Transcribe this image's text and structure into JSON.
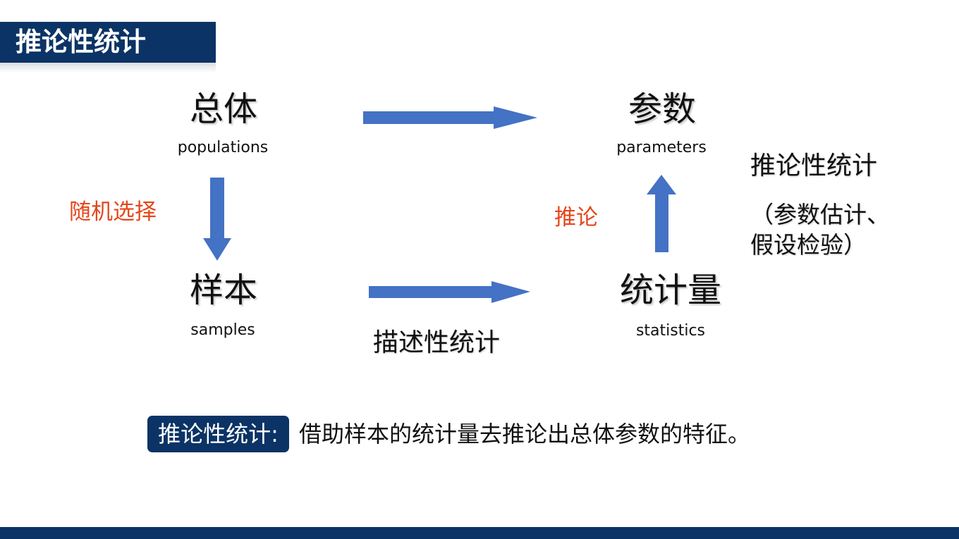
{
  "title": "推论性统计",
  "nodes": {
    "population": {
      "cn": "总体",
      "en": "populations"
    },
    "parameter": {
      "cn": "参数",
      "en": "parameters"
    },
    "sample": {
      "cn": "样本",
      "en": "samples"
    },
    "statistic": {
      "cn": "统计量",
      "en": "statistics"
    }
  },
  "labels": {
    "random_selection": "随机选择",
    "inference": "推论",
    "descriptive": "描述性统计",
    "inferential_title": "推论性统计",
    "inferential_detail_line1": "（参数估计、",
    "inferential_detail_line2": "假设检验）"
  },
  "definition": {
    "term": "推论性统计:",
    "text": "借助样本的统计量去推论出总体参数的特征。"
  },
  "colors": {
    "brand_navy": "#0b3365",
    "arrow_blue": "#4472c4",
    "accent_red": "#e5461b"
  }
}
